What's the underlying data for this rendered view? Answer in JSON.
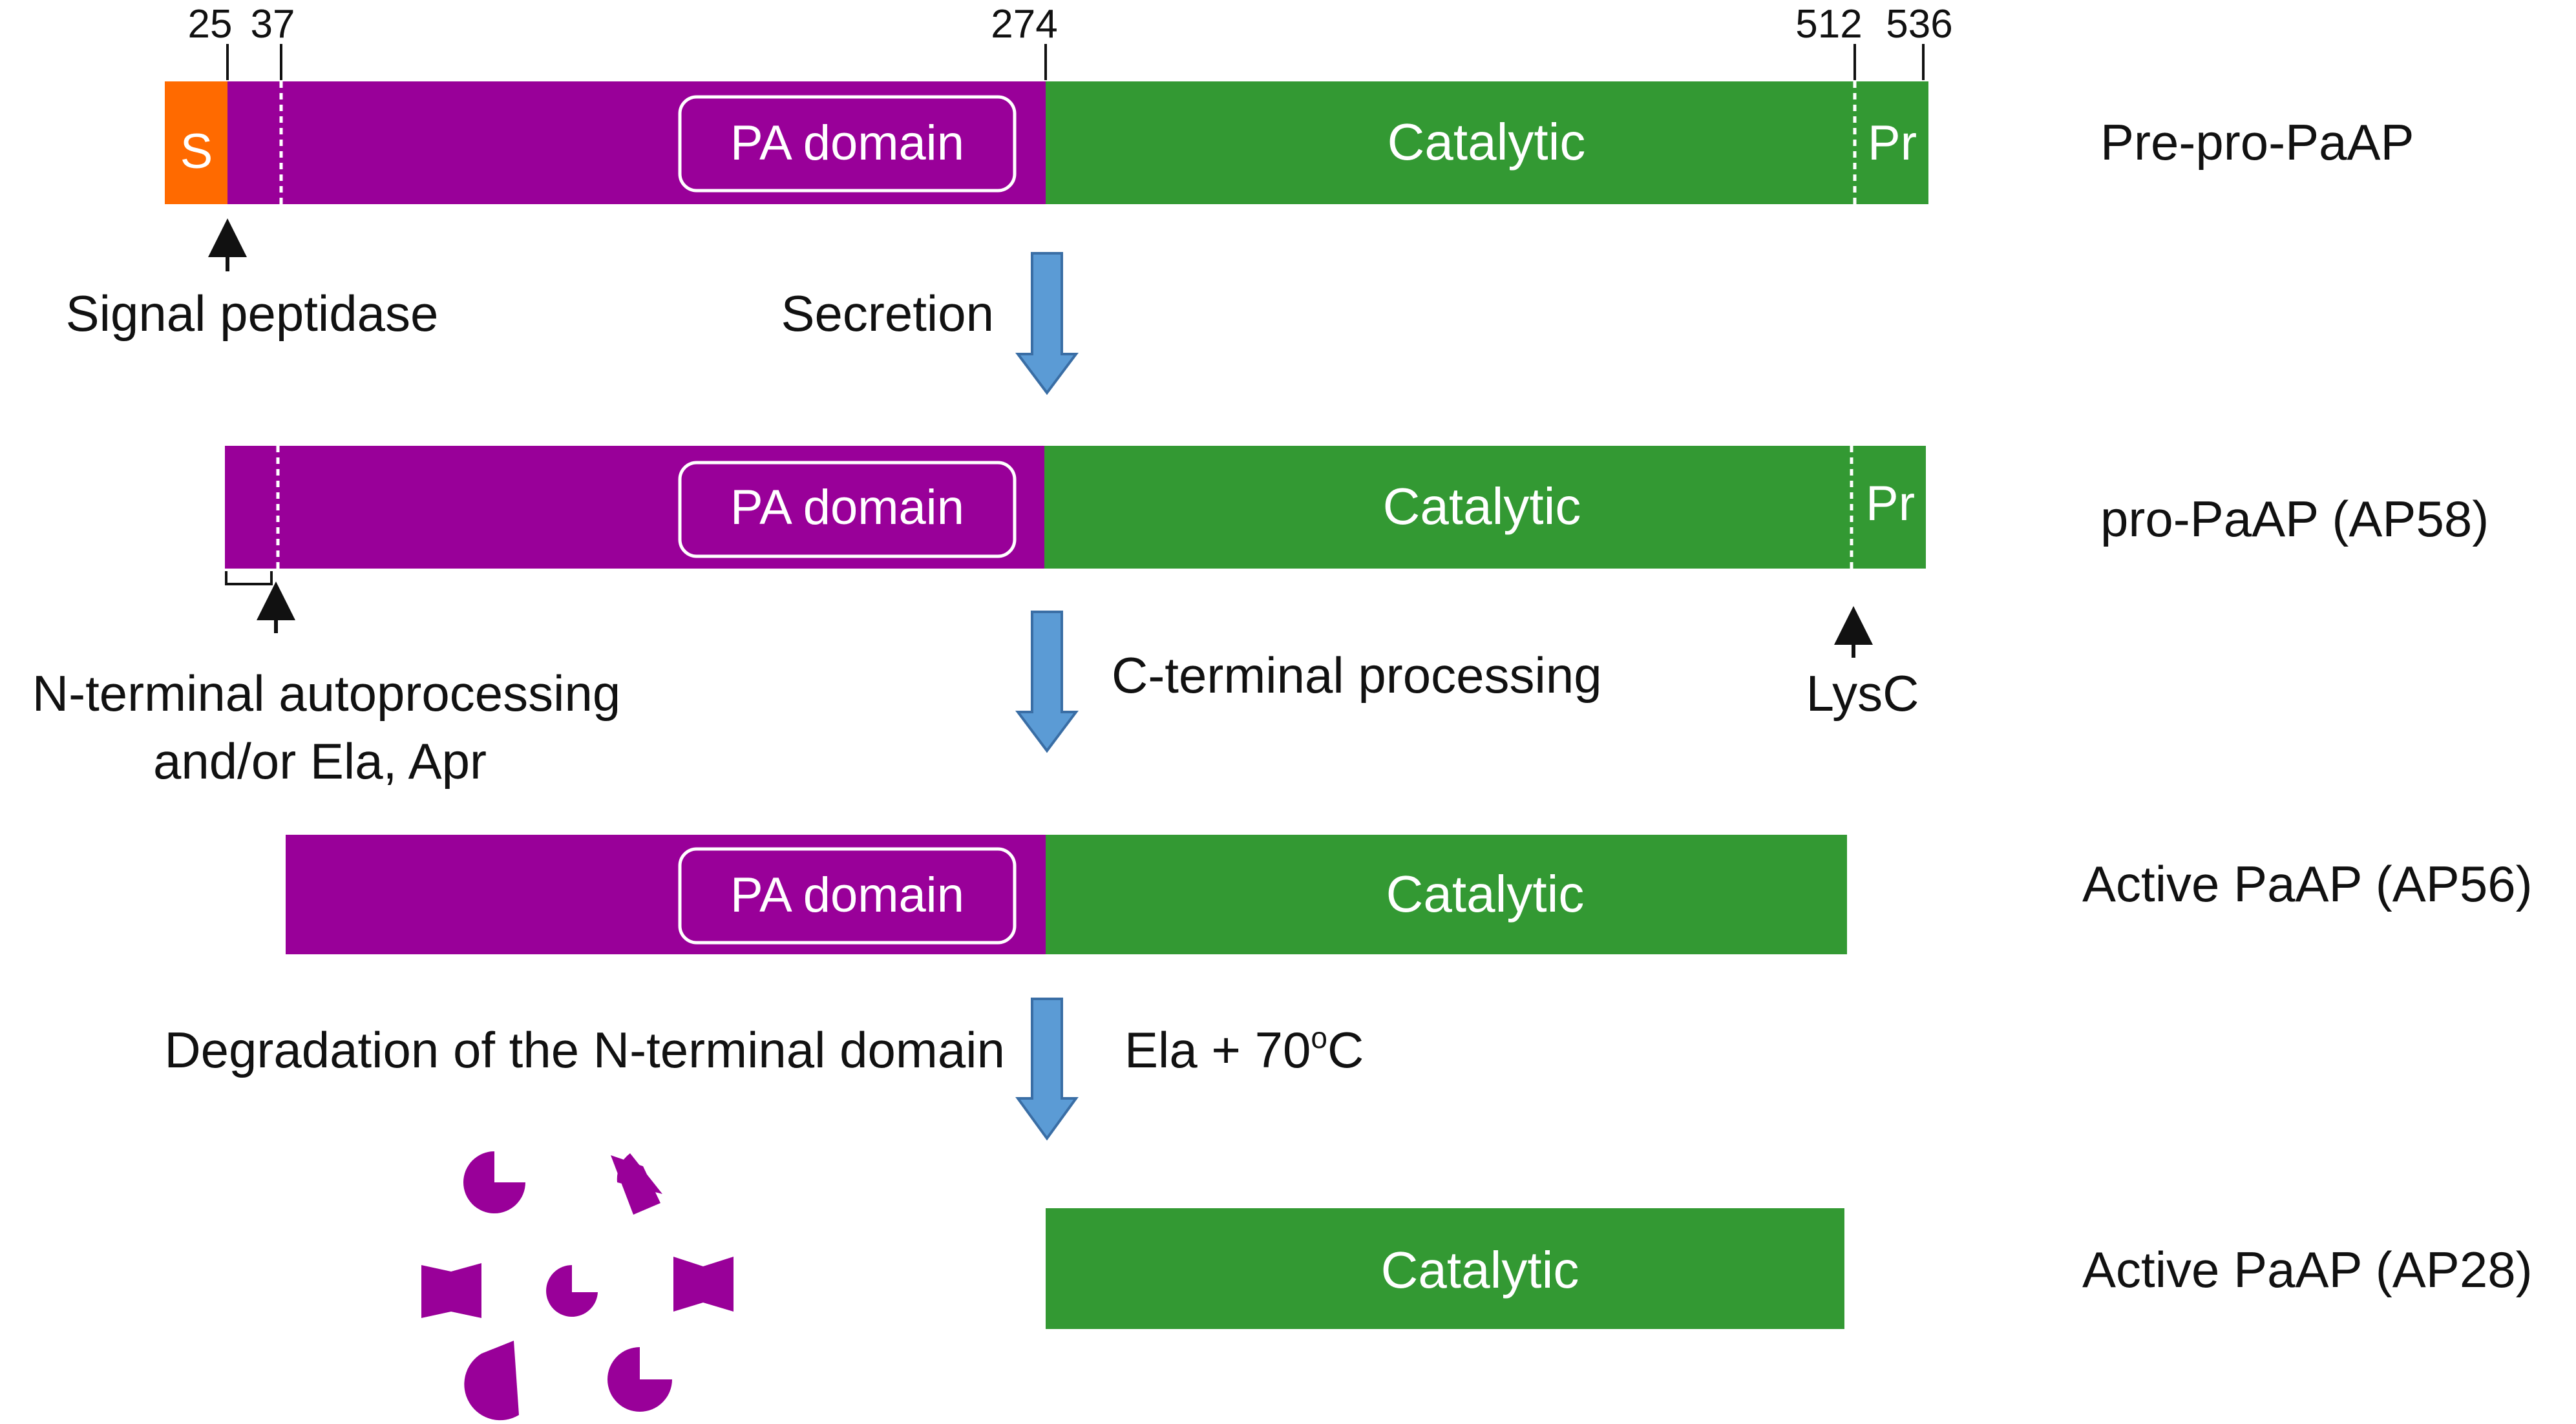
{
  "colors": {
    "signal": "#ff6a00",
    "pro": "#990099",
    "catalytic": "#339933",
    "arrow_fill": "#5b9bd5",
    "arrow_stroke": "#3a6ea5",
    "text": "#111111",
    "box_text": "#ffffff"
  },
  "positions": {
    "p25": "25",
    "p37": "37",
    "p274": "274",
    "p512": "512",
    "p536": "536"
  },
  "rows": {
    "r1": {
      "signal": "S",
      "pa_domain": "PA domain",
      "catalytic": "Catalytic",
      "pr": "Pr",
      "name": "Pre-pro-PaAP"
    },
    "r2": {
      "pa_domain": "PA domain",
      "catalytic": "Catalytic",
      "pr": "Pr",
      "name": "pro-PaAP (AP58)"
    },
    "r3": {
      "pa_domain": "PA domain",
      "catalytic": "Catalytic",
      "name": "Active PaAP (AP56)"
    },
    "r4": {
      "catalytic": "Catalytic",
      "name": "Active PaAP (AP28)"
    }
  },
  "annotations": {
    "signal_peptidase": "Signal peptidase",
    "secretion": "Secretion",
    "n_terminal_line1": "N-terminal autoprocessing",
    "n_terminal_line2": "and/or Ela, Apr",
    "c_terminal": "C-terminal processing",
    "lysc": "LysC",
    "degradation": "Degradation of the N-terminal domain",
    "ela_condition": "Ela + 70",
    "degree_symbol": "o",
    "celsius": "C"
  },
  "icons": {
    "process_arrow": "down-block-arrow",
    "site_arrow": "up-arrow",
    "fragments": "degraded-fragment-shapes"
  }
}
